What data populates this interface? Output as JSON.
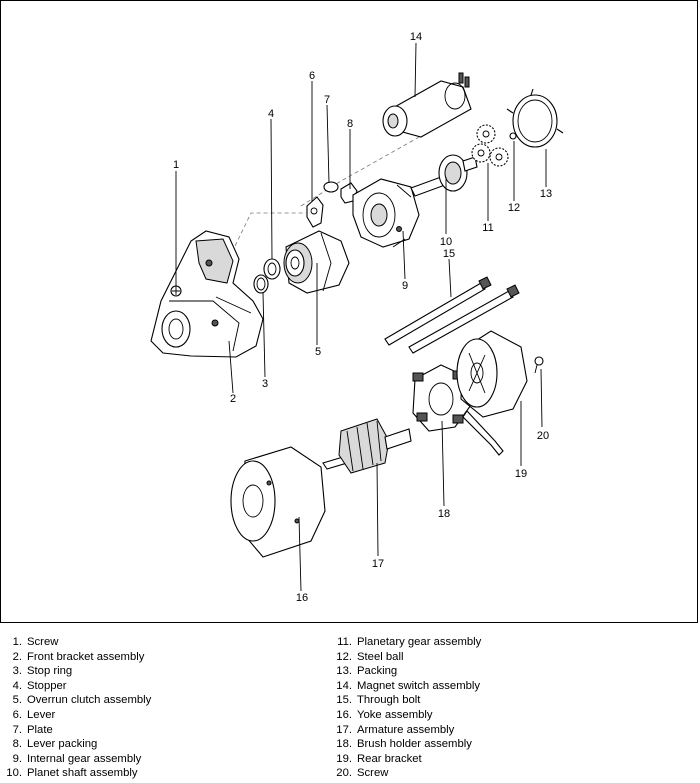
{
  "callouts": [
    "1",
    "2",
    "3",
    "4",
    "5",
    "6",
    "7",
    "8",
    "9",
    "10",
    "11",
    "12",
    "13",
    "14",
    "15",
    "16",
    "17",
    "18",
    "19",
    "20"
  ],
  "legend": [
    {
      "num": "1.",
      "label": "Screw"
    },
    {
      "num": "2.",
      "label": "Front bracket assembly"
    },
    {
      "num": "3.",
      "label": "Stop ring"
    },
    {
      "num": "4.",
      "label": "Stopper"
    },
    {
      "num": "5.",
      "label": "Overrun clutch assembly"
    },
    {
      "num": "6.",
      "label": "Lever"
    },
    {
      "num": "7.",
      "label": "Plate"
    },
    {
      "num": "8.",
      "label": "Lever packing"
    },
    {
      "num": "9.",
      "label": "Internal gear assembly"
    },
    {
      "num": "10.",
      "label": "Planet shaft assembly"
    },
    {
      "num": "11.",
      "label": "Planetary gear assembly"
    },
    {
      "num": "12.",
      "label": "Steel ball"
    },
    {
      "num": "13.",
      "label": "Packing"
    },
    {
      "num": "14.",
      "label": "Magnet switch assembly"
    },
    {
      "num": "15.",
      "label": "Through bolt"
    },
    {
      "num": "16.",
      "label": "Yoke assembly"
    },
    {
      "num": "17.",
      "label": "Armature assembly"
    },
    {
      "num": "18.",
      "label": "Brush holder assembly"
    },
    {
      "num": "19.",
      "label": "Rear bracket"
    },
    {
      "num": "20.",
      "label": "Screw"
    }
  ]
}
